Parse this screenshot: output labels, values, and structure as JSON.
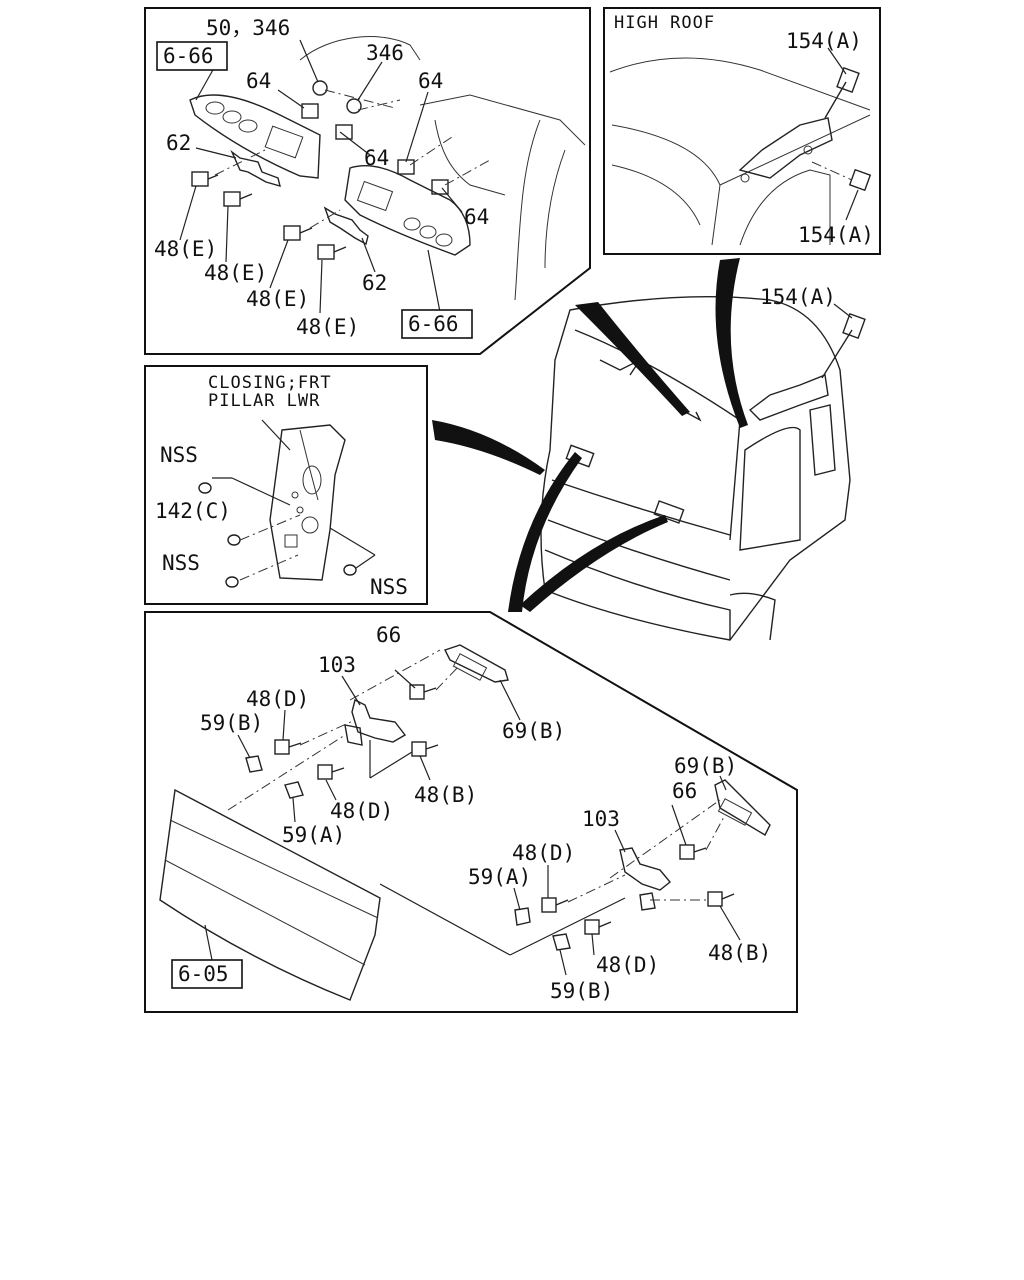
{
  "panels": {
    "top_left": {
      "labels": [
        "50，346",
        "346",
        "64",
        "64",
        "62",
        "64",
        "64",
        "48(E)",
        "48(E)",
        "48(E)",
        "48(E)",
        "62"
      ],
      "refs": [
        "6-66",
        "6-66"
      ]
    },
    "high_roof": {
      "title": "HIGH ROOF",
      "labels": [
        "154(A)",
        "154(A)"
      ]
    },
    "closing": {
      "title_line1": "CLOSING;FRT",
      "title_line2": "PILLAR LWR",
      "labels": [
        "NSS",
        "142(C)",
        "NSS",
        "NSS"
      ]
    },
    "main": {
      "labels": [
        "154(A)"
      ]
    },
    "bottom": {
      "labels": [
        "66",
        "103",
        "48(D)",
        "59(B)",
        "69(B)",
        "48(D)",
        "48(B)",
        "59(A)",
        "69(B)",
        "103",
        "66",
        "48(D)",
        "59(A)",
        "48(D)",
        "48(B)",
        "59(B)"
      ],
      "refs": [
        "6-05"
      ]
    }
  }
}
